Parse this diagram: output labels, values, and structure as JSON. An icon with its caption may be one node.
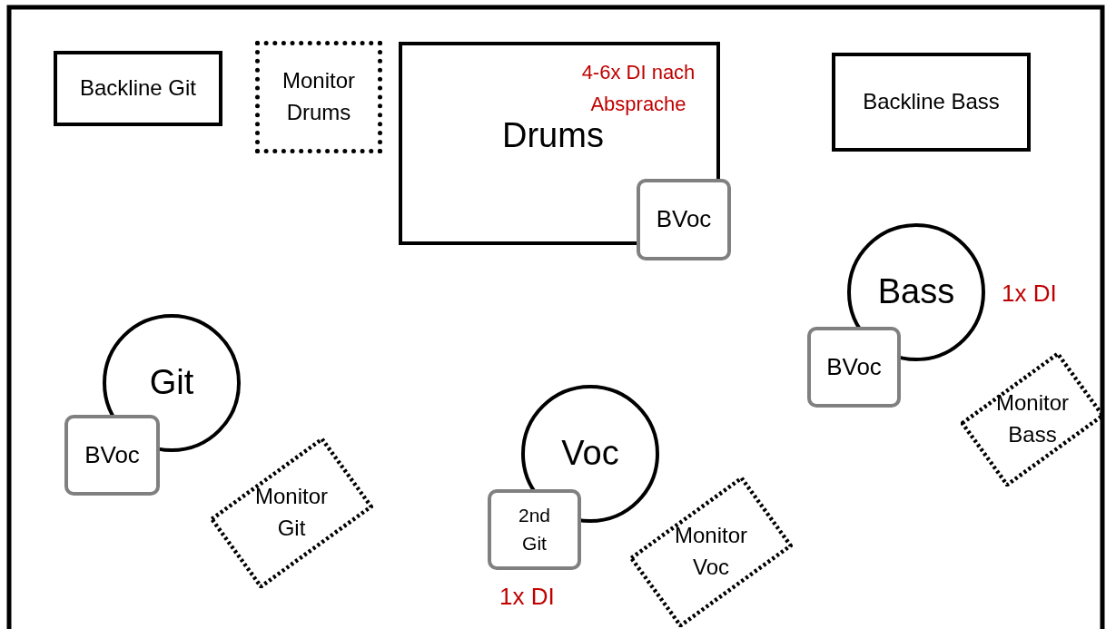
{
  "diagram": {
    "nodes": [
      {
        "text": [
          "Backline Git"
        ]
      },
      {
        "text": [
          "Monitor Drums"
        ]
      },
      {
        "text": [
          "4-6x DI nach Absprache",
          "Drums"
        ]
      },
      {
        "text": [
          "BVoc"
        ]
      },
      {
        "text": [
          "Backline Bass"
        ]
      },
      {
        "text": [
          "Bass"
        ],
        "beside": [
          "1x DI"
        ]
      },
      {
        "text": [
          "BVoc"
        ]
      },
      {
        "text": [
          "Git"
        ]
      },
      {
        "text": [
          "BVoc"
        ]
      },
      {
        "text": [
          "Monitor Git"
        ]
      },
      {
        "text": [
          "Monitor Bass"
        ]
      },
      {
        "text": [
          "Voc"
        ]
      },
      {
        "text": [
          "2nd Git"
        ],
        "beside": [
          "1x DI"
        ]
      },
      {
        "text": [
          "Monitor Voc"
        ]
      }
    ]
  }
}
